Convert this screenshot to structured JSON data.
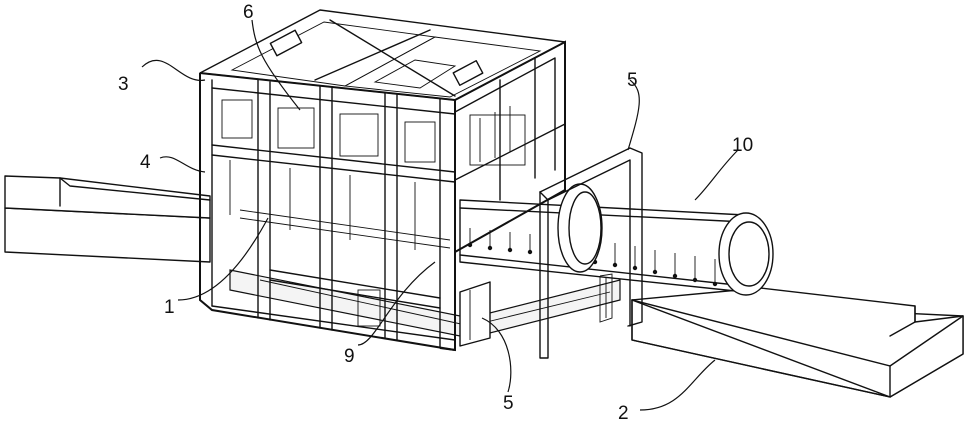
{
  "labels": {
    "l1": "1",
    "l2": "2",
    "l3": "3",
    "l4": "4",
    "l5a": "5",
    "l5b": "5",
    "l6": "6",
    "l9": "9",
    "l10": "10"
  }
}
